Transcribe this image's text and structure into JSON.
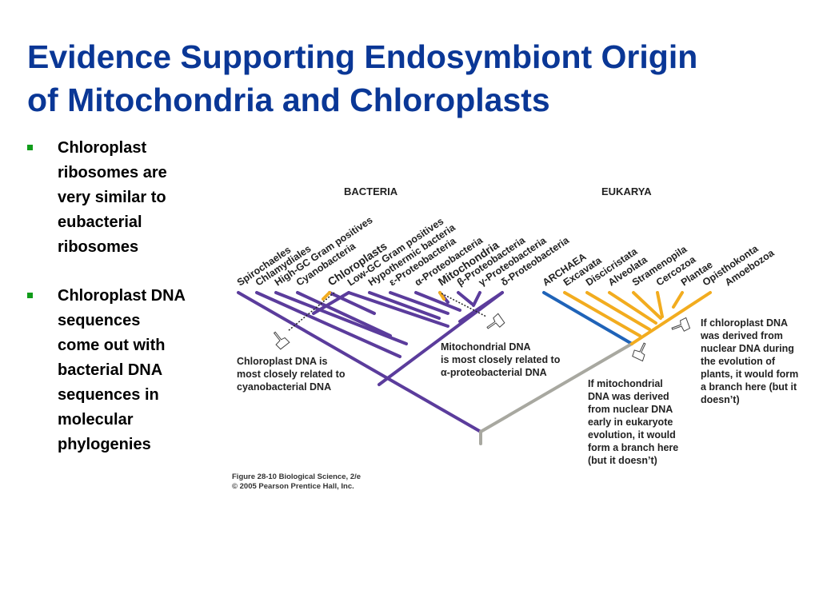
{
  "slide": {
    "title_lines": [
      "Evidence Supporting Endosymbiont Origin",
      "of Mitochondria and Chloroplasts"
    ],
    "bullets": [
      {
        "lines": [
          "Chloroplast",
          "ribosomes are",
          "very similar to",
          "eubacterial",
          "ribosomes"
        ]
      },
      {
        "lines": [
          "Chloroplast DNA",
          "sequences",
          "come out with",
          "bacterial DNA",
          "sequences in",
          "molecular",
          "phylogenies"
        ]
      }
    ]
  },
  "tree": {
    "domain_labels": {
      "bacteria": "BACTERIA",
      "eukarya": "EUKARYA"
    },
    "taxa": [
      "Spirochaeles",
      "Chlamydiales",
      "High-GC Gram positives",
      "Cyanobacteria",
      "Chloroplasts",
      "Low-GC Gram positives",
      "Hypothermic bacteria",
      "ε-Proteobacteria",
      "α-Proteobacteria",
      "Mitochondria",
      "β-Proteobacteria",
      "γ-Proteobacteria",
      "δ-Proteobacteria",
      "ARCHAEA",
      "Excavata",
      "Discicristata",
      "Alveolata",
      "Stramenopila",
      "Cercozoa",
      "Plantae",
      "Opisthokonta",
      "Amoebozoa"
    ],
    "callouts": {
      "chloroplast": [
        "Chloroplast DNA is",
        "most closely related to",
        "cyanobacterial DNA"
      ],
      "mitochondria": [
        "Mitochondrial DNA",
        "is most closely related to",
        "α-proteobacterial DNA"
      ],
      "nuclear_mito": [
        "If mitochondrial",
        "DNA was derived",
        "from nuclear DNA",
        "early in eukaryote",
        "evolution, it would",
        "form a branch here",
        "(but it doesn’t)"
      ],
      "nuclear_chloro": [
        "If chloroplast DNA",
        "was derived from",
        "nuclear DNA during",
        "the evolution of",
        "plants, it would form",
        "a branch here (but it",
        "doesn’t)"
      ]
    },
    "caption": [
      "Figure 28-10  Biological Science, 2/e",
      "© 2005 Pearson Prentice Hall, Inc."
    ],
    "colors": {
      "bacteria_branch": "#5b3c9c",
      "eukarya_branch": "#f2ac1f",
      "archaea_branch": "#1f63b8",
      "root_branch": "#a8a8a0",
      "title": "#0a3796",
      "bullet": "#109c1a"
    },
    "icons": [
      "pointing-hand-icon"
    ]
  }
}
